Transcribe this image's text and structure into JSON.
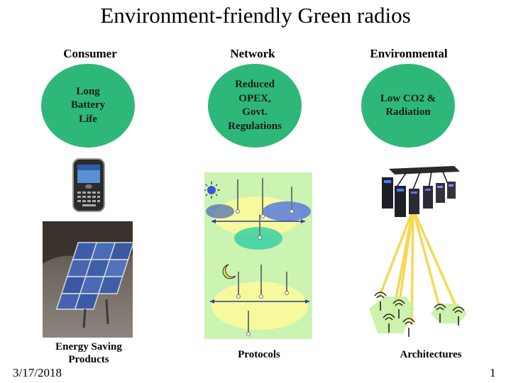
{
  "slide": {
    "title": "Environment-friendly Green radios",
    "columns": [
      {
        "heading": "Consumer",
        "circle_text": "Long\nBattery\nLife",
        "caption": "Energy Saving\nProducts"
      },
      {
        "heading": "Network",
        "circle_text": "Reduced\nOPEX,\nGovt.\nRegulations",
        "caption": "Protocols"
      },
      {
        "heading": "Environmental",
        "circle_text": "Low CO2 &\nRadiation",
        "caption": "Architectures"
      }
    ],
    "footer": {
      "date": "3/17/2018",
      "page_number": "1"
    }
  },
  "colors": {
    "circle_green": "#2db87a",
    "protocol_panel": "#b5ee92",
    "coverage_yellow": "#fbfb9a",
    "coverage_blue": "#5b78e0",
    "coverage_teal": "#3bcfa4",
    "beam_yellow": "#f5d84a",
    "cell_green": "#c4f09d"
  },
  "icons": [
    "smartphone-icon",
    "solar-panel-photo",
    "sun-icon",
    "moon-icon",
    "cell-tower-icon",
    "server-rack-icon",
    "antenna-icon"
  ]
}
